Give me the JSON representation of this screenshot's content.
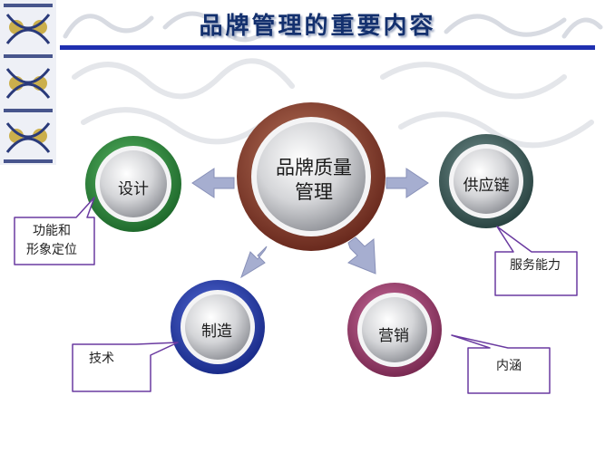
{
  "title": "品牌管理的重要内容",
  "center": {
    "line1": "品牌质量",
    "line2": "管理"
  },
  "nodes": {
    "design": {
      "label": "设计",
      "callout": [
        "功能和",
        "形象定位"
      ]
    },
    "supply": {
      "label": "供应链",
      "callout": [
        "服务能力"
      ]
    },
    "make": {
      "label": "制造",
      "callout": [
        "技术"
      ]
    },
    "market": {
      "label": "营销",
      "callout": [
        "内涵"
      ]
    }
  },
  "colors": {
    "title": "#13306e",
    "rule": "#1f2fb0",
    "center_ring": "#8a3a2a",
    "design_ring": "#2f8a3c",
    "supply_ring": "#3a5a58",
    "make_ring": "#2a3fae",
    "market_ring": "#a03a6a",
    "callout_border": "#6a3aa0",
    "arrow": "#a6aed0"
  }
}
